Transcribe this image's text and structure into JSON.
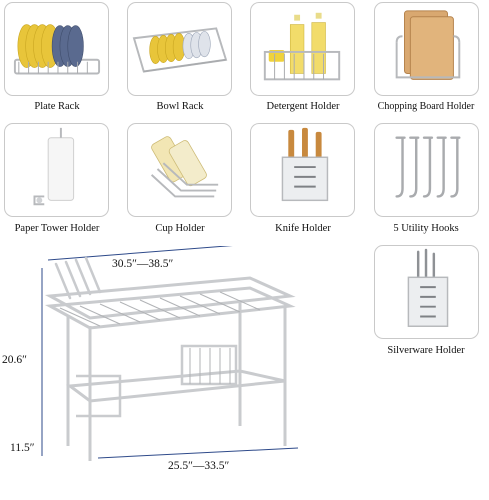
{
  "accessories": [
    {
      "label": "Plate Rack",
      "icon": "plate-rack-photo"
    },
    {
      "label": "Bowl Rack",
      "icon": "bowl-rack-photo"
    },
    {
      "label": "Detergent Holder",
      "icon": "detergent-holder-photo"
    },
    {
      "label": "Chopping Board Holder",
      "icon": "chopping-board-holder-photo"
    },
    {
      "label": "Paper Tower Holder",
      "icon": "paper-towel-holder-photo"
    },
    {
      "label": "Cup Holder",
      "icon": "cup-holder-photo"
    },
    {
      "label": "Knife Holder",
      "icon": "knife-holder-photo"
    },
    {
      "label": "5 Utility Hooks",
      "icon": "utility-hooks-photo"
    },
    {
      "label": "Silverware Holder",
      "icon": "silverware-holder-photo"
    }
  ],
  "dimensions": {
    "width_top": "30.5″—38.5″",
    "height": "20.6″",
    "depth": "11.5″",
    "width_bottom": "25.5″—33.5″"
  },
  "colors": {
    "frame": "#c9cbce",
    "dimension_line": "#2e4a8a",
    "tile_border": "#c9c9c9"
  }
}
